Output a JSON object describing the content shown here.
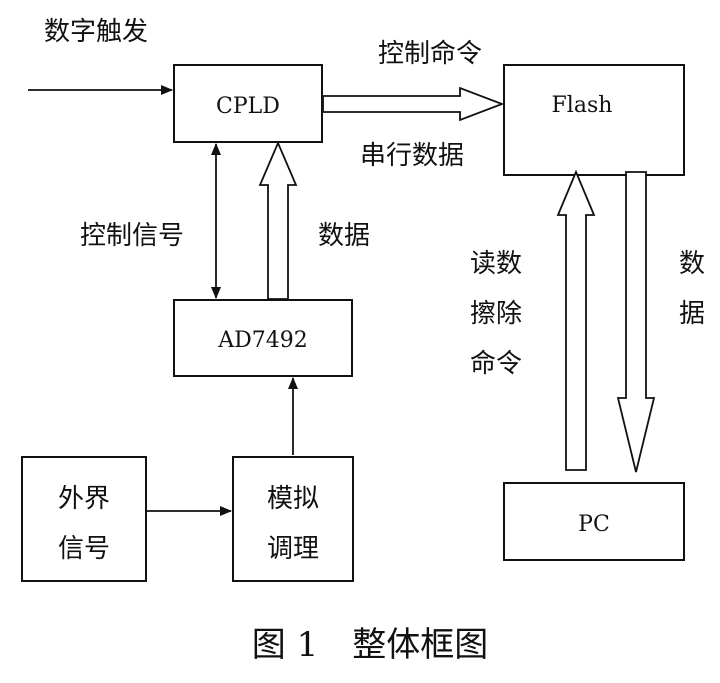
{
  "labels": {
    "digital_trigger": "数字触发",
    "control_command": "控制命令",
    "serial_data": "串行数据",
    "control_signal": "控制信号",
    "data_mid": "数据",
    "read_erase_line1": "读数",
    "read_erase_line2": "擦除",
    "read_erase_line3": "命令",
    "data_right_line1": "数",
    "data_right_line2": "据"
  },
  "blocks": {
    "cpld": "CPLD",
    "flash": "Flash",
    "ad7492": "AD7492",
    "pc": "PC",
    "external_line1": "外界",
    "external_line2": "信号",
    "analog_line1": "模拟",
    "analog_line2": "调理"
  },
  "caption": "图 1　整体框图"
}
